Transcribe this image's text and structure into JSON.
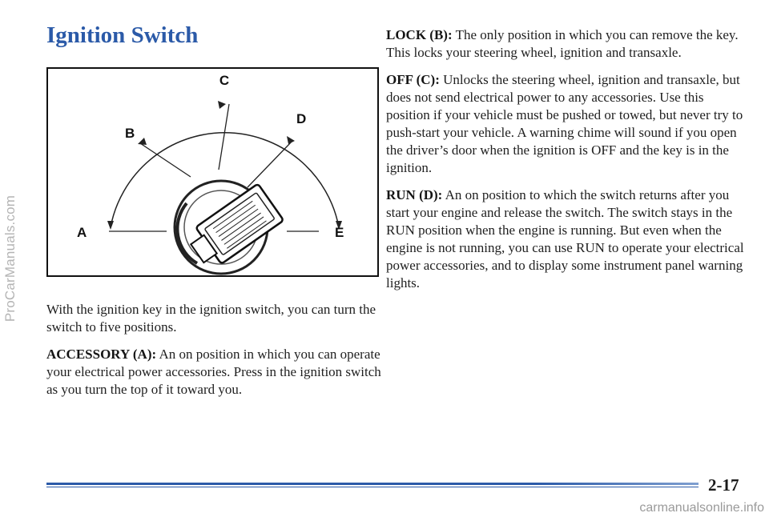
{
  "watermark": {
    "side": "ProCarManuals.com",
    "bottom": "carmanualsonline.info"
  },
  "page": {
    "title": "Ignition Switch",
    "page_number": "2-17"
  },
  "figure": {
    "labels": {
      "a": "A",
      "b": "B",
      "c": "C",
      "d": "D",
      "e": "E"
    }
  },
  "left": {
    "intro": "With the ignition key in the ignition switch, you can turn the switch to five positions.",
    "accessory_head": "ACCESSORY (A):",
    "accessory_body": "An on position in which you can operate your electrical power accessories. Press in the ignition switch as you turn the top of it toward you."
  },
  "right": {
    "lock_head": "LOCK (B):",
    "lock_body": "The only position in which you can remove the key. This locks your steering wheel, ignition and transaxle.",
    "off_head": "OFF (C):",
    "off_body": "Unlocks the steering wheel, ignition and transaxle, but does not send electrical power to any accessories. Use this position if your vehicle must be pushed or towed, but never try to push-start your vehicle. A warning chime will sound if you open the driver’s door when the ignition is OFF and the key is in the ignition.",
    "run_head": "RUN (D):",
    "run_body": "An on position to which the switch returns after you start your engine and release the switch. The switch stays in the RUN position when the engine is running. But even when the engine is not running, you can use RUN to operate your electrical power accessories, and to display some instrument panel warning lights."
  }
}
